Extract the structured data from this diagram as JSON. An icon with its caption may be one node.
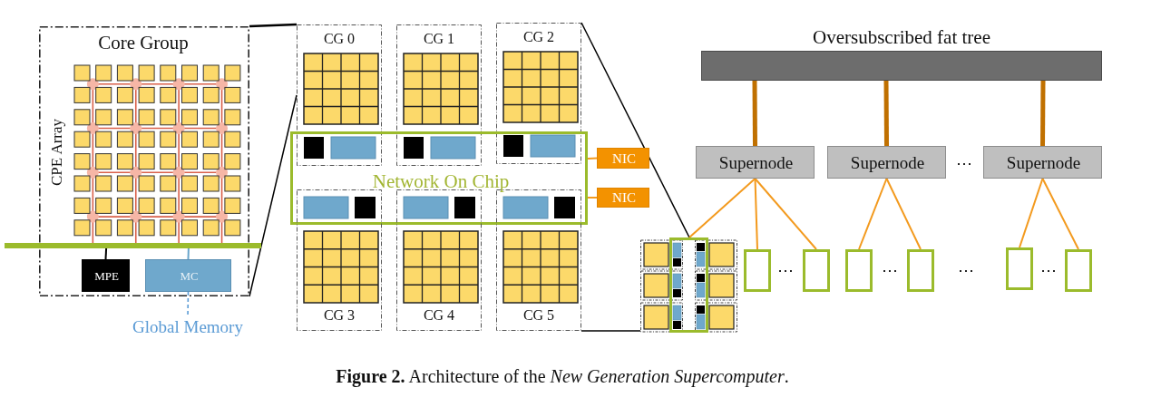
{
  "diagram": {
    "caption": "**Figure 2.** Architecture of the *New Generation Supercomputer*.",
    "nodes": [
      {
        "text": [
          "Core Group",
          "CPE Array"
        ]
      },
      {
        "text": [],
        "shape": "bar"
      },
      {
        "text": [
          "MPE"
        ],
        "in": 0
      },
      {
        "text": [
          "MC"
        ],
        "in": 0
      },
      {
        "text": [
          "Global Memory"
        ]
      },
      {
        "text": [
          "CG 0"
        ]
      },
      {
        "text": [
          "CG 1"
        ]
      },
      {
        "text": [
          "CG 2"
        ]
      },
      {
        "text": [
          "Network On Chip"
        ]
      },
      {
        "text": [
          "NIC"
        ]
      },
      {
        "text": [
          "NIC"
        ]
      },
      {
        "text": [
          "CG 3"
        ]
      },
      {
        "text": [
          "CG 4"
        ]
      },
      {
        "text": [
          "CG 5"
        ]
      },
      {
        "text": [
          "Oversubscribed fat tree"
        ]
      },
      {
        "text": [
          "Supernode"
        ]
      },
      {
        "text": [
          "Supernode"
        ]
      },
      {
        "text": [
          "Supernode"
        ]
      },
      {
        "text": [],
        "shape": "picture"
      },
      {
        "text": [],
        "shape": "box"
      },
      {
        "text": [],
        "shape": "box"
      },
      {
        "text": [],
        "shape": "box"
      },
      {
        "text": [],
        "shape": "box"
      },
      {
        "text": [],
        "shape": "box"
      },
      {
        "text": [],
        "shape": "box"
      }
    ],
    "edges": [
      {
        "from": 0,
        "to": 5,
        "arrow": "none",
        "color": "#000000"
      },
      {
        "from": 0,
        "to": 5,
        "arrow": "none",
        "color": "#000000"
      },
      {
        "from": 1,
        "to": 2,
        "arrow": "none",
        "color": "#000000"
      },
      {
        "from": 1,
        "to": 3,
        "arrow": "none",
        "color": "#6aa6cc"
      },
      {
        "from": 3,
        "to": 4,
        "arrow": "none",
        "style": "dashed",
        "color": "#5b9bd5"
      },
      {
        "from": 8,
        "to": 9,
        "arrow": "none"
      },
      {
        "from": 8,
        "to": 10,
        "arrow": "none"
      },
      {
        "from": 7,
        "to": 18,
        "arrow": "none",
        "color": "#000000"
      },
      {
        "from": 13,
        "to": 18,
        "arrow": "none",
        "color": "#000000"
      },
      {
        "from": 14,
        "to": 15,
        "arrow": "none",
        "style": "thick",
        "color": "#c07000"
      },
      {
        "from": 14,
        "to": 16,
        "arrow": "none",
        "style": "thick",
        "color": "#c07000"
      },
      {
        "from": 14,
        "to": 17,
        "arrow": "none",
        "style": "thick",
        "color": "#c07000"
      },
      {
        "from": 15,
        "to": 18,
        "arrow": "none"
      },
      {
        "from": 15,
        "to": 19,
        "arrow": "none"
      },
      {
        "from": 15,
        "to": 20,
        "arrow": "none"
      },
      {
        "from": 16,
        "to": 21,
        "arrow": "none"
      },
      {
        "from": 16,
        "to": 22,
        "arrow": "none"
      },
      {
        "from": 17,
        "to": 23,
        "arrow": "none"
      },
      {
        "from": 17,
        "to": 24,
        "arrow": "none"
      }
    ],
    "labels": [
      "⋯",
      "⋯",
      "⋯",
      "⋯",
      "⋯"
    ]
  }
}
